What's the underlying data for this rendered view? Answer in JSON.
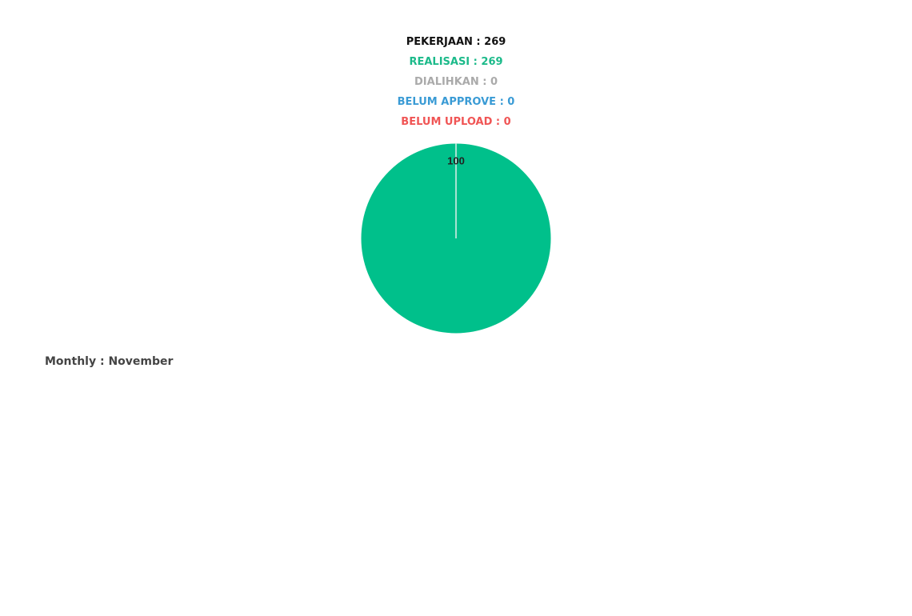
{
  "summary": {
    "pekerjaan": {
      "label": "PEKERJAAN : 269",
      "color": "#111111"
    },
    "realisasi": {
      "label": "REALISASI : 269",
      "color": "#1cba8a"
    },
    "dialihkan": {
      "label": "DIALIHKAN : 0",
      "color": "#aaaaaa"
    },
    "belum_approve": {
      "label": "BELUM APPROVE : 0",
      "color": "#3a9bd5"
    },
    "belum_upload": {
      "label": "BELUM UPLOAD : 0",
      "color": "#f05555"
    }
  },
  "chart_data": {
    "type": "pie",
    "slices": [
      {
        "value": 100,
        "label": "100",
        "color": "#00c08b"
      }
    ]
  },
  "monthly": {
    "label": "Monthly : November"
  }
}
